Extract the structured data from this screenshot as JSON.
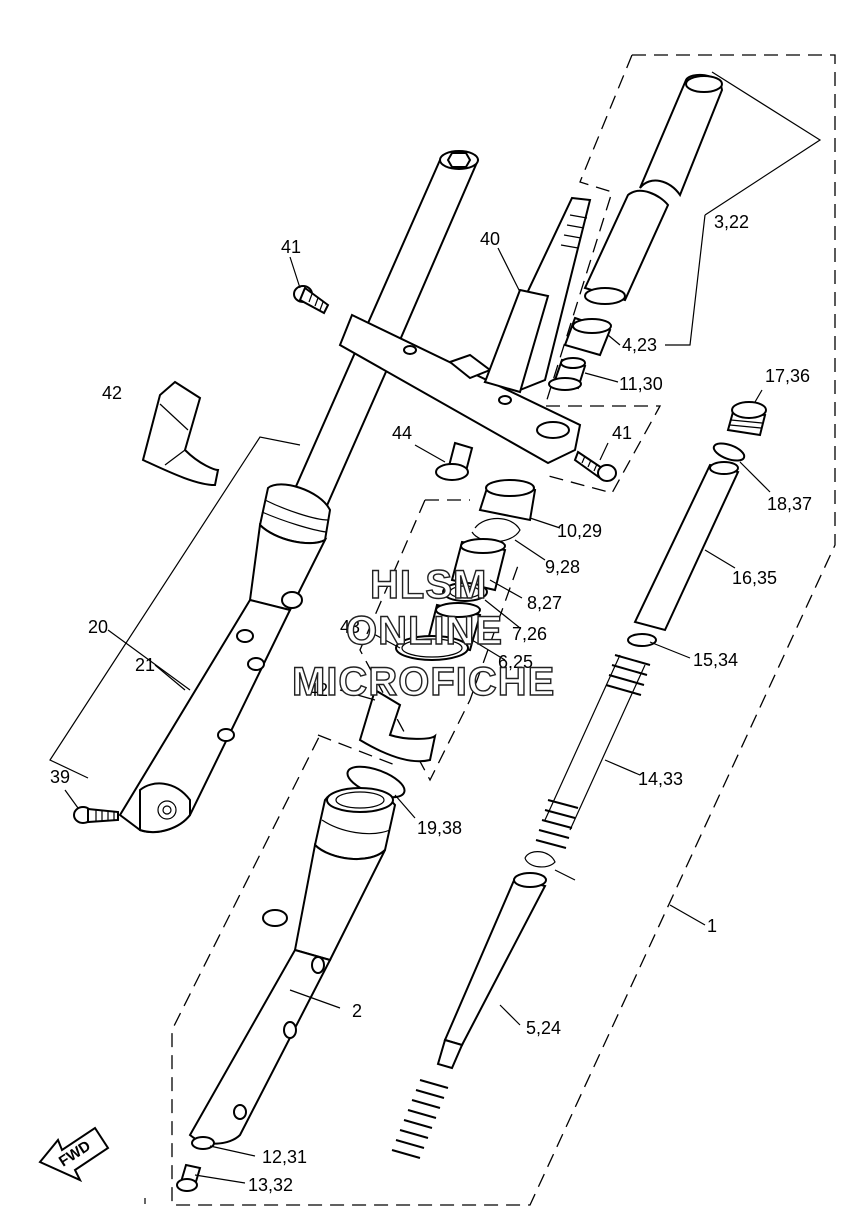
{
  "callouts": {
    "c1": "1",
    "c2": "2",
    "c3": "3,22",
    "c4": "4,23",
    "c5": "5,24",
    "c6": "6,25",
    "c7": "7,26",
    "c8": "8,27",
    "c9": "9,28",
    "c10": "10,29",
    "c11": "11,30",
    "c12": "12,31",
    "c13": "13,32",
    "c14": "14,33",
    "c15": "15,34",
    "c16": "16,35",
    "c17": "17,36",
    "c18": "18,37",
    "c19": "19,38",
    "c20": "20",
    "c21": "21",
    "c39": "39",
    "c40": "40",
    "c41a": "41",
    "c41b": "41",
    "c42a": "42",
    "c42b": "42",
    "c43": "43",
    "c44": "44"
  },
  "watermark": {
    "line1": "HLSM",
    "line2": "ONLINE",
    "line3": "MICROFICHE"
  },
  "fwd_label": "FWD"
}
